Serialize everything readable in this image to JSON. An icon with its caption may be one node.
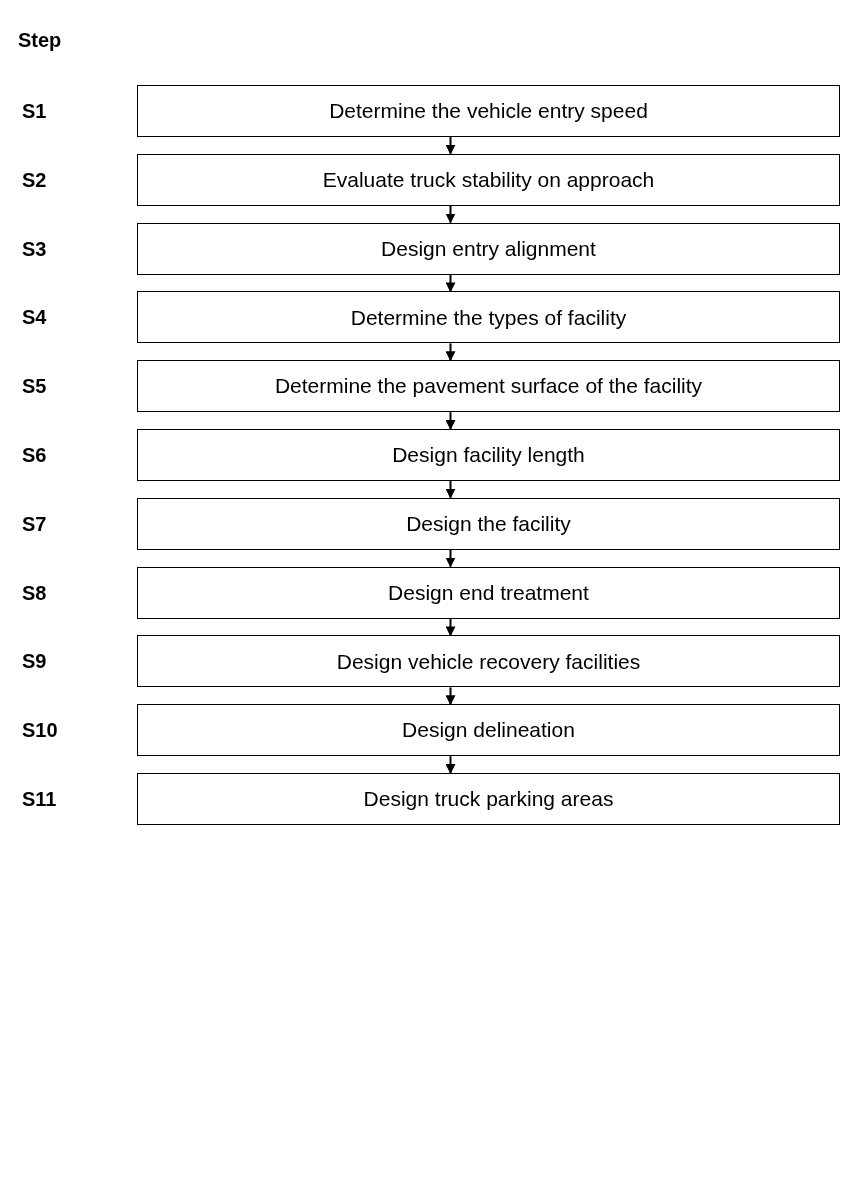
{
  "diagram": {
    "nodes": [
      {
        "text": [
          "Determine the vehicle entry speed"
        ]
      },
      {
        "text": [
          "Evaluate truck stability on approach"
        ]
      },
      {
        "text": [
          "Design entry alignment"
        ]
      },
      {
        "text": [
          "Determine the types of facility"
        ]
      },
      {
        "text": [
          "Determine the pavement surface of the facility"
        ]
      },
      {
        "text": [
          "Design facility length"
        ]
      },
      {
        "text": [
          "Design the facility"
        ]
      },
      {
        "text": [
          "Design end treatment"
        ]
      },
      {
        "text": [
          "Design vehicle recovery facilities"
        ]
      },
      {
        "text": [
          "Design delineation"
        ]
      },
      {
        "text": [
          "Design truck parking areas"
        ]
      }
    ],
    "edges": [
      {
        "from": 0,
        "to": 1,
        "arrow": "to"
      },
      {
        "from": 1,
        "to": 2,
        "arrow": "to"
      },
      {
        "from": 2,
        "to": 3,
        "arrow": "to"
      },
      {
        "from": 3,
        "to": 4,
        "arrow": "to"
      },
      {
        "from": 4,
        "to": 5,
        "arrow": "to"
      },
      {
        "from": 5,
        "to": 6,
        "arrow": "to"
      },
      {
        "from": 6,
        "to": 7,
        "arrow": "to"
      },
      {
        "from": 7,
        "to": 8,
        "arrow": "to"
      },
      {
        "from": 8,
        "to": 9,
        "arrow": "to"
      },
      {
        "from": 9,
        "to": 10,
        "arrow": "to"
      }
    ],
    "labels": [
      "Step",
      "S1",
      "S2",
      "S3",
      "S4",
      "S5",
      "S6",
      "S7",
      "S8",
      "S9",
      "S10",
      "S11"
    ]
  }
}
